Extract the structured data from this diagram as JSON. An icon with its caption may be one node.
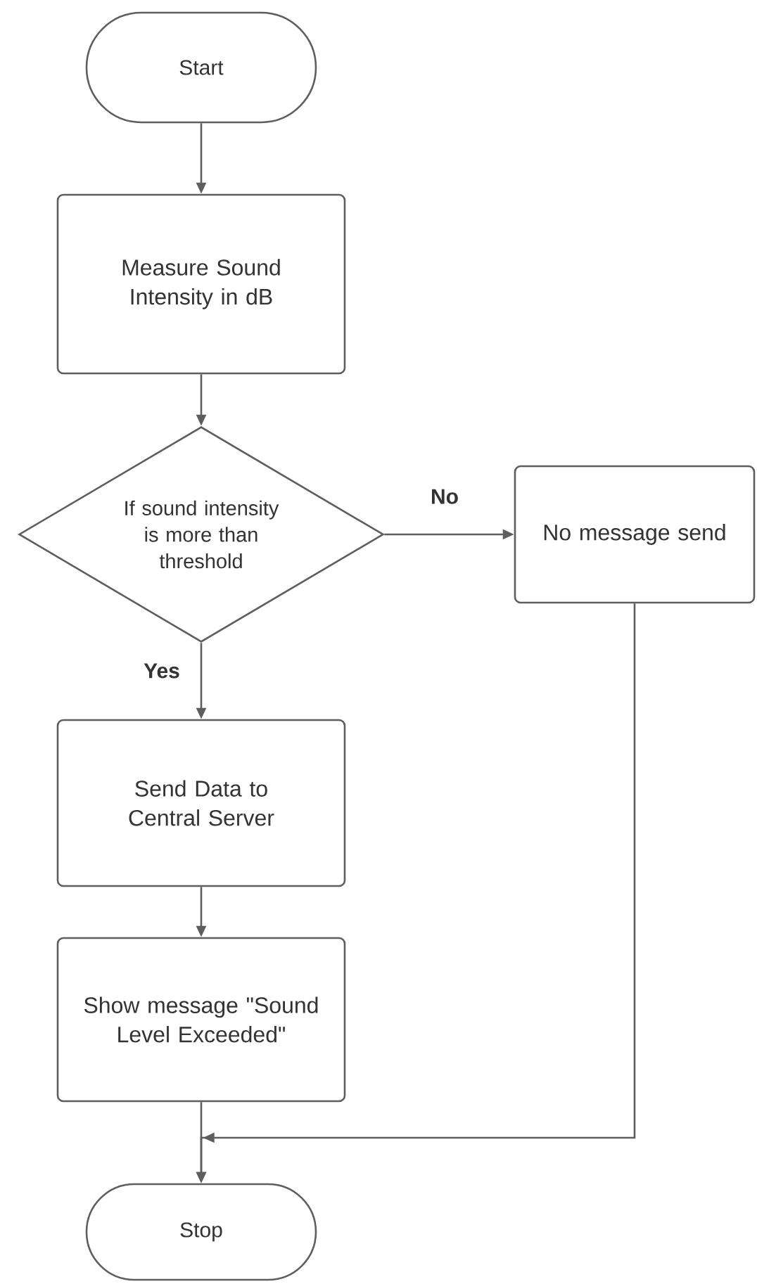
{
  "diagram": {
    "nodes": [
      {
        "text": [
          "Start"
        ]
      },
      {
        "text": [
          "Measure Sound Intensity in dB"
        ]
      },
      {
        "text": [
          "If sound intensity is more than threshold"
        ]
      },
      {
        "text": [
          "No message send"
        ]
      },
      {
        "text": [
          "Send Data to Central Server"
        ]
      },
      {
        "text": [
          "Show message \"Sound Level Exceeded\""
        ]
      },
      {
        "text": [
          "Stop"
        ]
      }
    ],
    "edges": [
      {
        "from": 0,
        "to": 1,
        "arrow": "to"
      },
      {
        "from": 1,
        "to": 2,
        "arrow": "to"
      },
      {
        "from": 2,
        "to": 3,
        "arrow": "to",
        "label": "No"
      },
      {
        "from": 2,
        "to": 4,
        "arrow": "to",
        "label": "Yes"
      },
      {
        "from": 4,
        "to": 5,
        "arrow": "to"
      },
      {
        "from": 5,
        "to": 6,
        "arrow": "to"
      },
      {
        "from": 3,
        "to": 6,
        "arrow": "to"
      }
    ]
  }
}
